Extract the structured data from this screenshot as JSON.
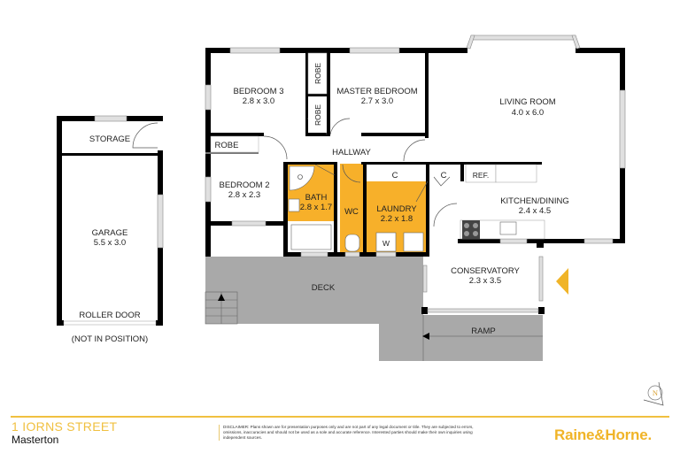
{
  "colors": {
    "wall": "#000000",
    "wet_area": "#f7b02a",
    "deck": "#a9a9a9",
    "accent": "#f0b428",
    "window": "#d9d9d9"
  },
  "garage": {
    "storage": "STORAGE",
    "name": "GARAGE",
    "size": "5.5 x 3.0",
    "roller_door": "ROLLER DOOR",
    "note": "(NOT IN POSITION)"
  },
  "rooms": {
    "bedroom3": {
      "name": "BEDROOM 3",
      "size": "2.8 x 3.0"
    },
    "robe_upper": "ROBE",
    "robe_lower": "ROBE",
    "master": {
      "name": "MASTER BEDROOM",
      "size": "2.7 x 3.0"
    },
    "living": {
      "name": "LIVING ROOM",
      "size": "4.0 x 6.0"
    },
    "robe_left": "ROBE",
    "hallway": "HALLWAY",
    "bedroom2": {
      "name": "BEDROOM 2",
      "size": "2.8 x 2.3"
    },
    "bath": {
      "name": "BATH",
      "size": "2.8 x 1.7"
    },
    "wc": "WC",
    "laundry": {
      "name": "LAUNDRY",
      "size": "2.2 x 1.8"
    },
    "cupboard1": "C",
    "cupboard2": "C",
    "ref": "REF.",
    "kitchen": {
      "name": "KITCHEN/DINING",
      "size": "2.4 x 4.5"
    },
    "washer": "W",
    "conservatory": {
      "name": "CONSERVATORY",
      "size": "2.3 x 3.5"
    },
    "deck": "DECK",
    "ramp": "RAMP"
  },
  "compass": {
    "label": "N"
  },
  "footer": {
    "address": "1 IORNS STREET",
    "suburb": "Masterton",
    "disclaimer": "DISCLAIMER: Plans shown are for presentation purposes only and are not part of any legal document or title. They are subjected to errors, omissions, inaccuracies and should not be used as a sole and accurate reference. Interested parties should make their own inquiries using independent sources.",
    "brand": "Raine&Horne."
  }
}
